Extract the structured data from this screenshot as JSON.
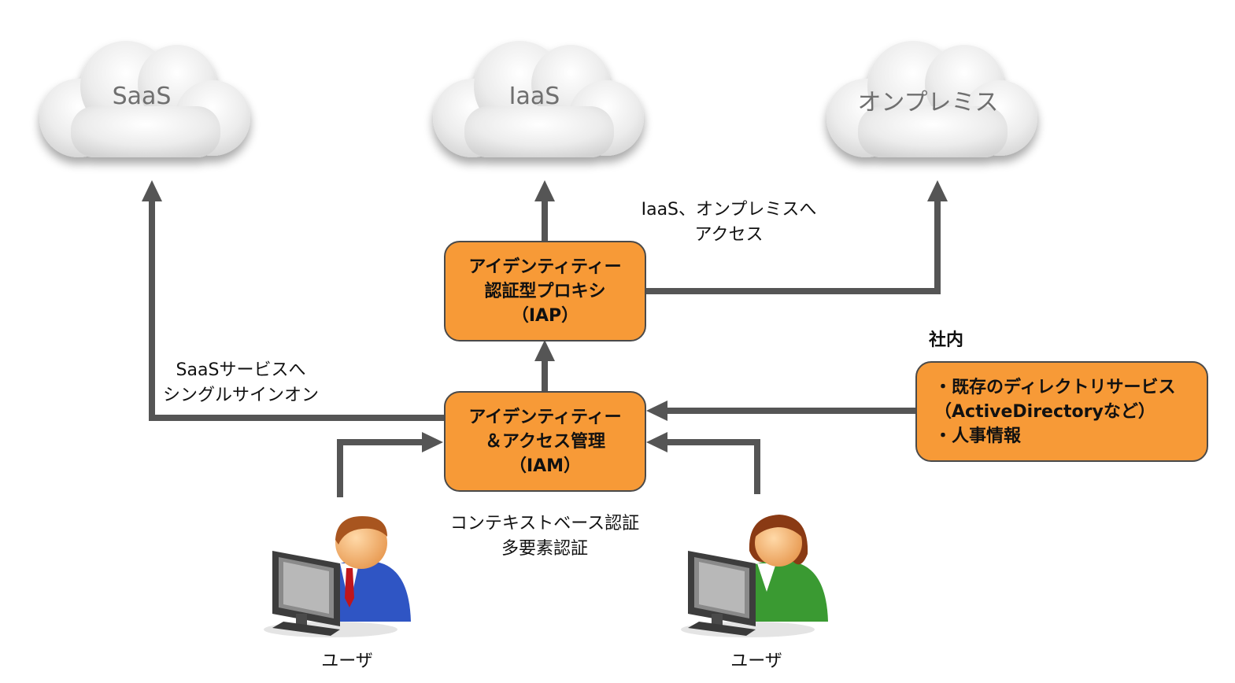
{
  "clouds": [
    {
      "label": "SaaS"
    },
    {
      "label": "IaaS"
    },
    {
      "label": "オンプレミス"
    }
  ],
  "iap": {
    "lines": [
      "アイデンティティー",
      "認証型プロキシ",
      "（IAP）"
    ]
  },
  "iam": {
    "lines": [
      "アイデンティティー",
      "＆アクセス管理",
      "（IAM）"
    ]
  },
  "internal": {
    "heading": "社内",
    "lines": [
      "・既存のディレクトリサービス",
      "（ActiveDirectoryなど）",
      "・人事情報"
    ]
  },
  "notes": {
    "iaas_onprem": [
      "IaaS、オンプレミスへ",
      "アクセス"
    ],
    "saas_sso": [
      "SaaSサービスへ",
      "シングルサインオン"
    ],
    "auth": [
      "コンテキストベース認証",
      "多要素認証"
    ]
  },
  "users": [
    {
      "label": "ユーザ",
      "suit_color": "#2f55c4",
      "tie_color": "#c0161c"
    },
    {
      "label": "ユーザ",
      "suit_color": "#3a9a32"
    }
  ],
  "colors": {
    "box_fill": "#f79a37",
    "arrow": "#555555",
    "cloud_text": "#6f6f6f"
  }
}
